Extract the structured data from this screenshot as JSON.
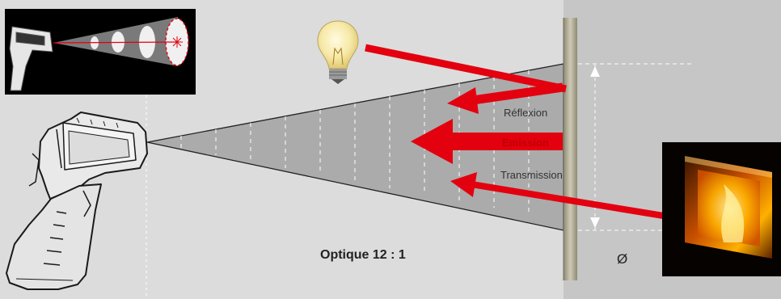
{
  "labels": {
    "reflection": "Réflexion",
    "emission": "Emission",
    "transmission": "Transmission",
    "optics": "Optique 12 : 1",
    "diameter": "Ø"
  },
  "colors": {
    "background": "#dcdcdc",
    "background_right": "#c6c6c6",
    "cone": "#ababab",
    "arrow_red": "#e3000f",
    "emission_text": "#c00000",
    "laser_panel": "#000000",
    "furnace_glow": "#ff8a00"
  },
  "icons": {
    "thermometer": "infrared-thermometer-icon",
    "bulb": "light-bulb-icon",
    "furnace": "furnace-fire-image",
    "laser": "laser-spot-diagram"
  }
}
